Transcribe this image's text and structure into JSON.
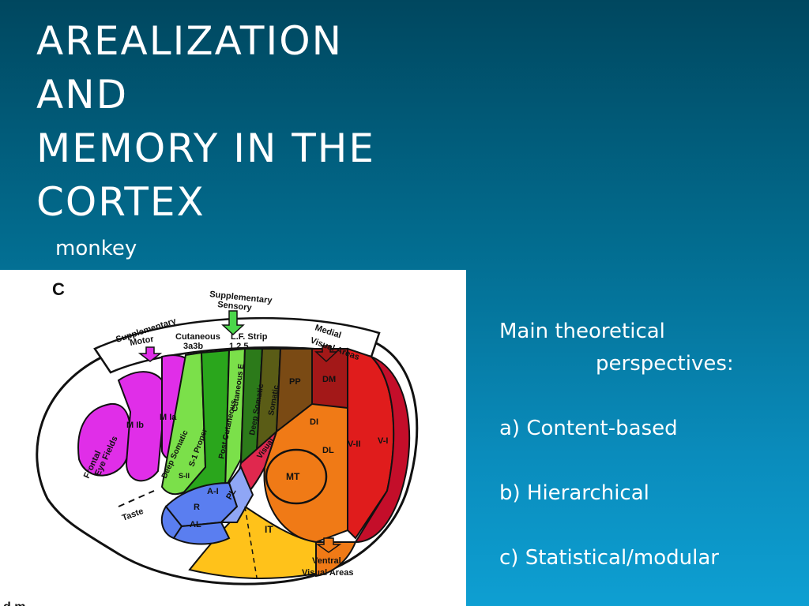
{
  "slide": {
    "title_lines": [
      "AREALIZATION",
      "AND",
      "MEMORY IN THE",
      "CORTEX"
    ],
    "subtitle": "monkey",
    "body": {
      "heading_line1": "Main theoretical",
      "heading_line2": "perspectives:",
      "items": [
        "a) Content-based",
        "b) Hierarchical",
        "c) Statistical/modular"
      ]
    },
    "figure": {
      "panel_letter": "C",
      "labels": {
        "supplementary_sensory_1": "Supplementary",
        "supplementary_sensory_2": "Sensory",
        "supplementary_motor_1": "Supplementary",
        "supplementary_motor_2": "Motor",
        "cutaneous": "Cutaneous",
        "cutaneous_sub": "3a3b",
        "l_f_strip": "L.F. Strip",
        "strip_nums": "1 2 5",
        "medial_visual_1": "Medial",
        "medial_visual_2": "Visual Areas",
        "frontal_eye_fields_1": "Frontal",
        "frontal_eye_fields_2": "Eye Fields",
        "m_ib": "M Ib",
        "m_ia": "M Ia",
        "deep_somatic_1": "Deep Somatic",
        "s1_proper": "S-1 Proper",
        "post_cutaneous": "Post Cutaneous",
        "cutaneous_e": "Cutaneous E",
        "deep_somatic_2": "Deep Somatic",
        "somatic": "Somatic",
        "pp": "PP",
        "dm": "DM",
        "di": "DI",
        "dl": "DL",
        "v_ii": "V-II",
        "v_i": "V-I",
        "visual": "Visual",
        "mt": "MT",
        "it": "IT",
        "pl": "PL",
        "a_i": "A-I",
        "r": "R",
        "al": "AL",
        "s_ii": "S-II",
        "taste": "Taste",
        "ventral_1": "Ventral",
        "ventral_2": "Visual Areas",
        "bottom_fragment": "d m"
      },
      "colors": {
        "magenta": "#e02ee8",
        "light_green": "#7be04a",
        "green": "#2aa61c",
        "dark_green": "#2c7a1a",
        "olive": "#5a5c16",
        "brown": "#7a4a14",
        "dark_red": "#a31818",
        "red": "#e01c1c",
        "crimson": "#c40e2a",
        "orange": "#f07a16",
        "yellow": "#ffc21a",
        "blue": "#5a7ef0",
        "light_blue": "#8fa6f5",
        "pink_red": "#e0284e"
      }
    }
  }
}
